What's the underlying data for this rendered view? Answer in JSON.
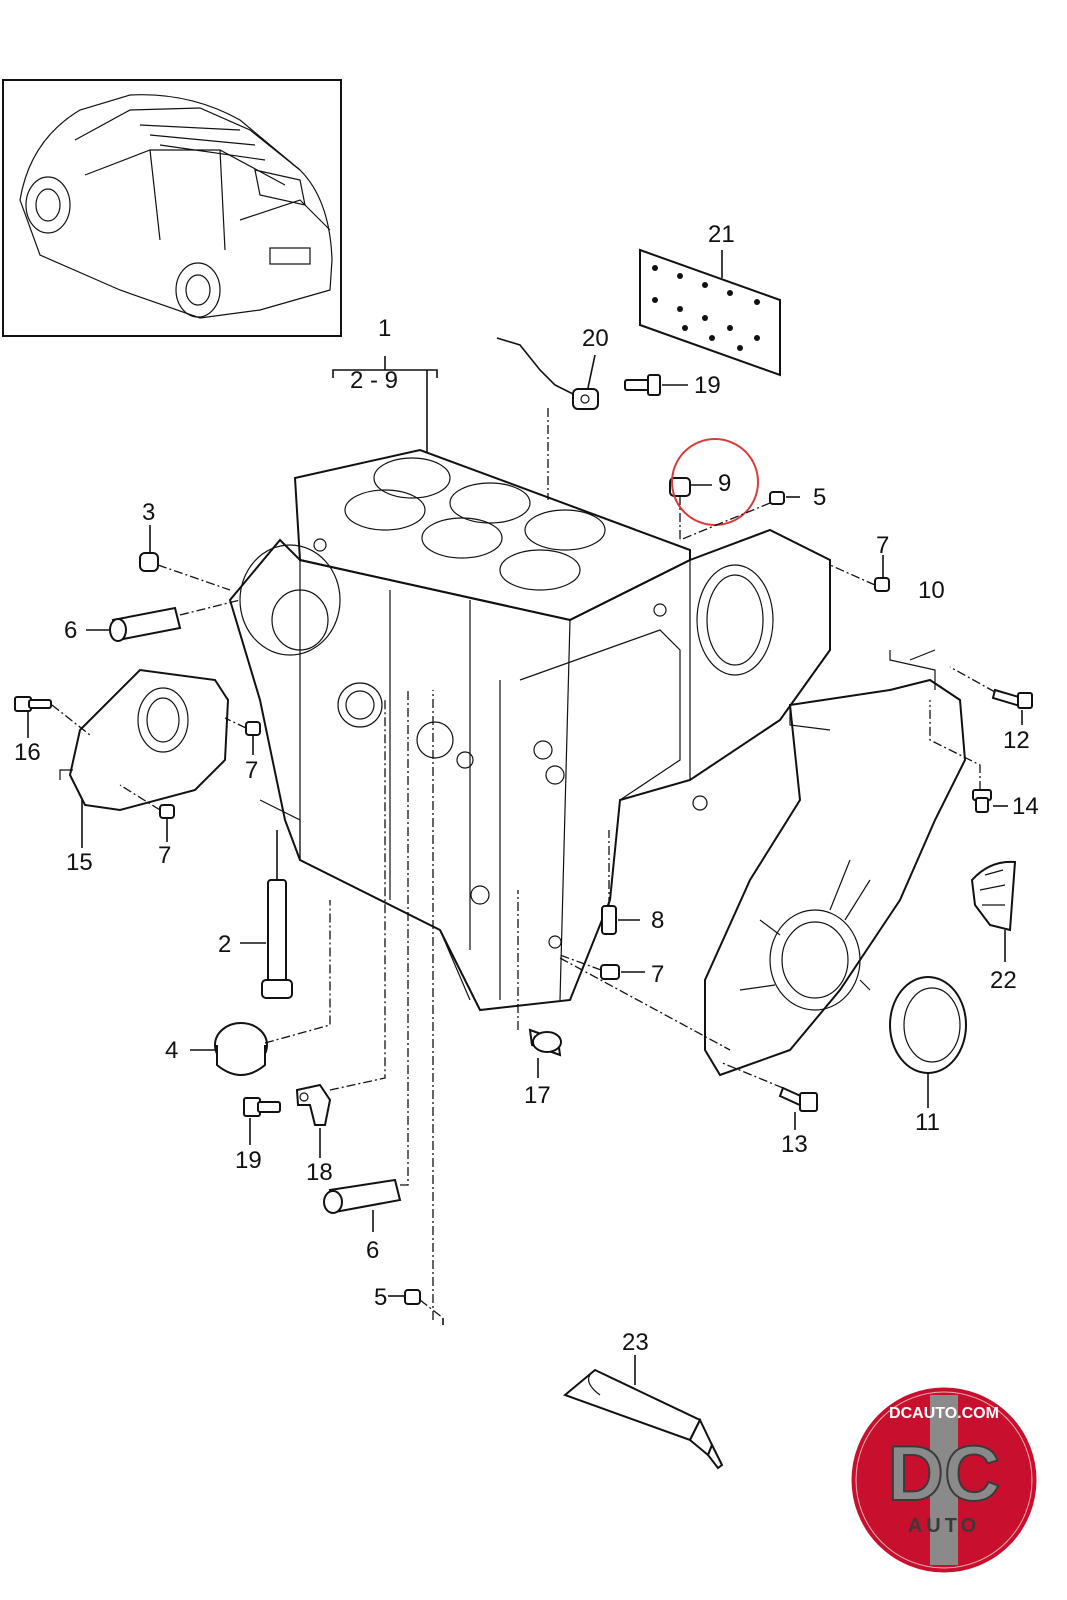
{
  "callouts": [
    {
      "id": "c1",
      "label": "1"
    },
    {
      "id": "c2-9",
      "label": "2 - 9"
    },
    {
      "id": "c2",
      "label": "2"
    },
    {
      "id": "c3",
      "label": "3"
    },
    {
      "id": "c4",
      "label": "4"
    },
    {
      "id": "c5a",
      "label": "5"
    },
    {
      "id": "c5b",
      "label": "5"
    },
    {
      "id": "c6a",
      "label": "6"
    },
    {
      "id": "c6b",
      "label": "6"
    },
    {
      "id": "c7a",
      "label": "7"
    },
    {
      "id": "c7b",
      "label": "7"
    },
    {
      "id": "c7c",
      "label": "7"
    },
    {
      "id": "c7d",
      "label": "7"
    },
    {
      "id": "c8",
      "label": "8"
    },
    {
      "id": "c9",
      "label": "9"
    },
    {
      "id": "c10",
      "label": "10"
    },
    {
      "id": "c11",
      "label": "11"
    },
    {
      "id": "c12",
      "label": "12"
    },
    {
      "id": "c13",
      "label": "13"
    },
    {
      "id": "c14",
      "label": "14"
    },
    {
      "id": "c15",
      "label": "15"
    },
    {
      "id": "c16",
      "label": "16"
    },
    {
      "id": "c17",
      "label": "17"
    },
    {
      "id": "c18",
      "label": "18"
    },
    {
      "id": "c19a",
      "label": "19"
    },
    {
      "id": "c19b",
      "label": "19"
    },
    {
      "id": "c20",
      "label": "20"
    },
    {
      "id": "c21",
      "label": "21"
    },
    {
      "id": "c22",
      "label": "22"
    },
    {
      "id": "c23",
      "label": "23"
    }
  ],
  "highlight": {
    "label": "9",
    "color": "#d93a3a"
  },
  "logo": {
    "top_text": "DCAUTO.COM",
    "main_text": "DC",
    "sub_text": "AUTO",
    "color_red": "#c8102e",
    "color_gray": "#8a8a8a",
    "color_dark": "#3a3a3a"
  },
  "colors": {
    "line": "#111111",
    "background": "#ffffff"
  }
}
